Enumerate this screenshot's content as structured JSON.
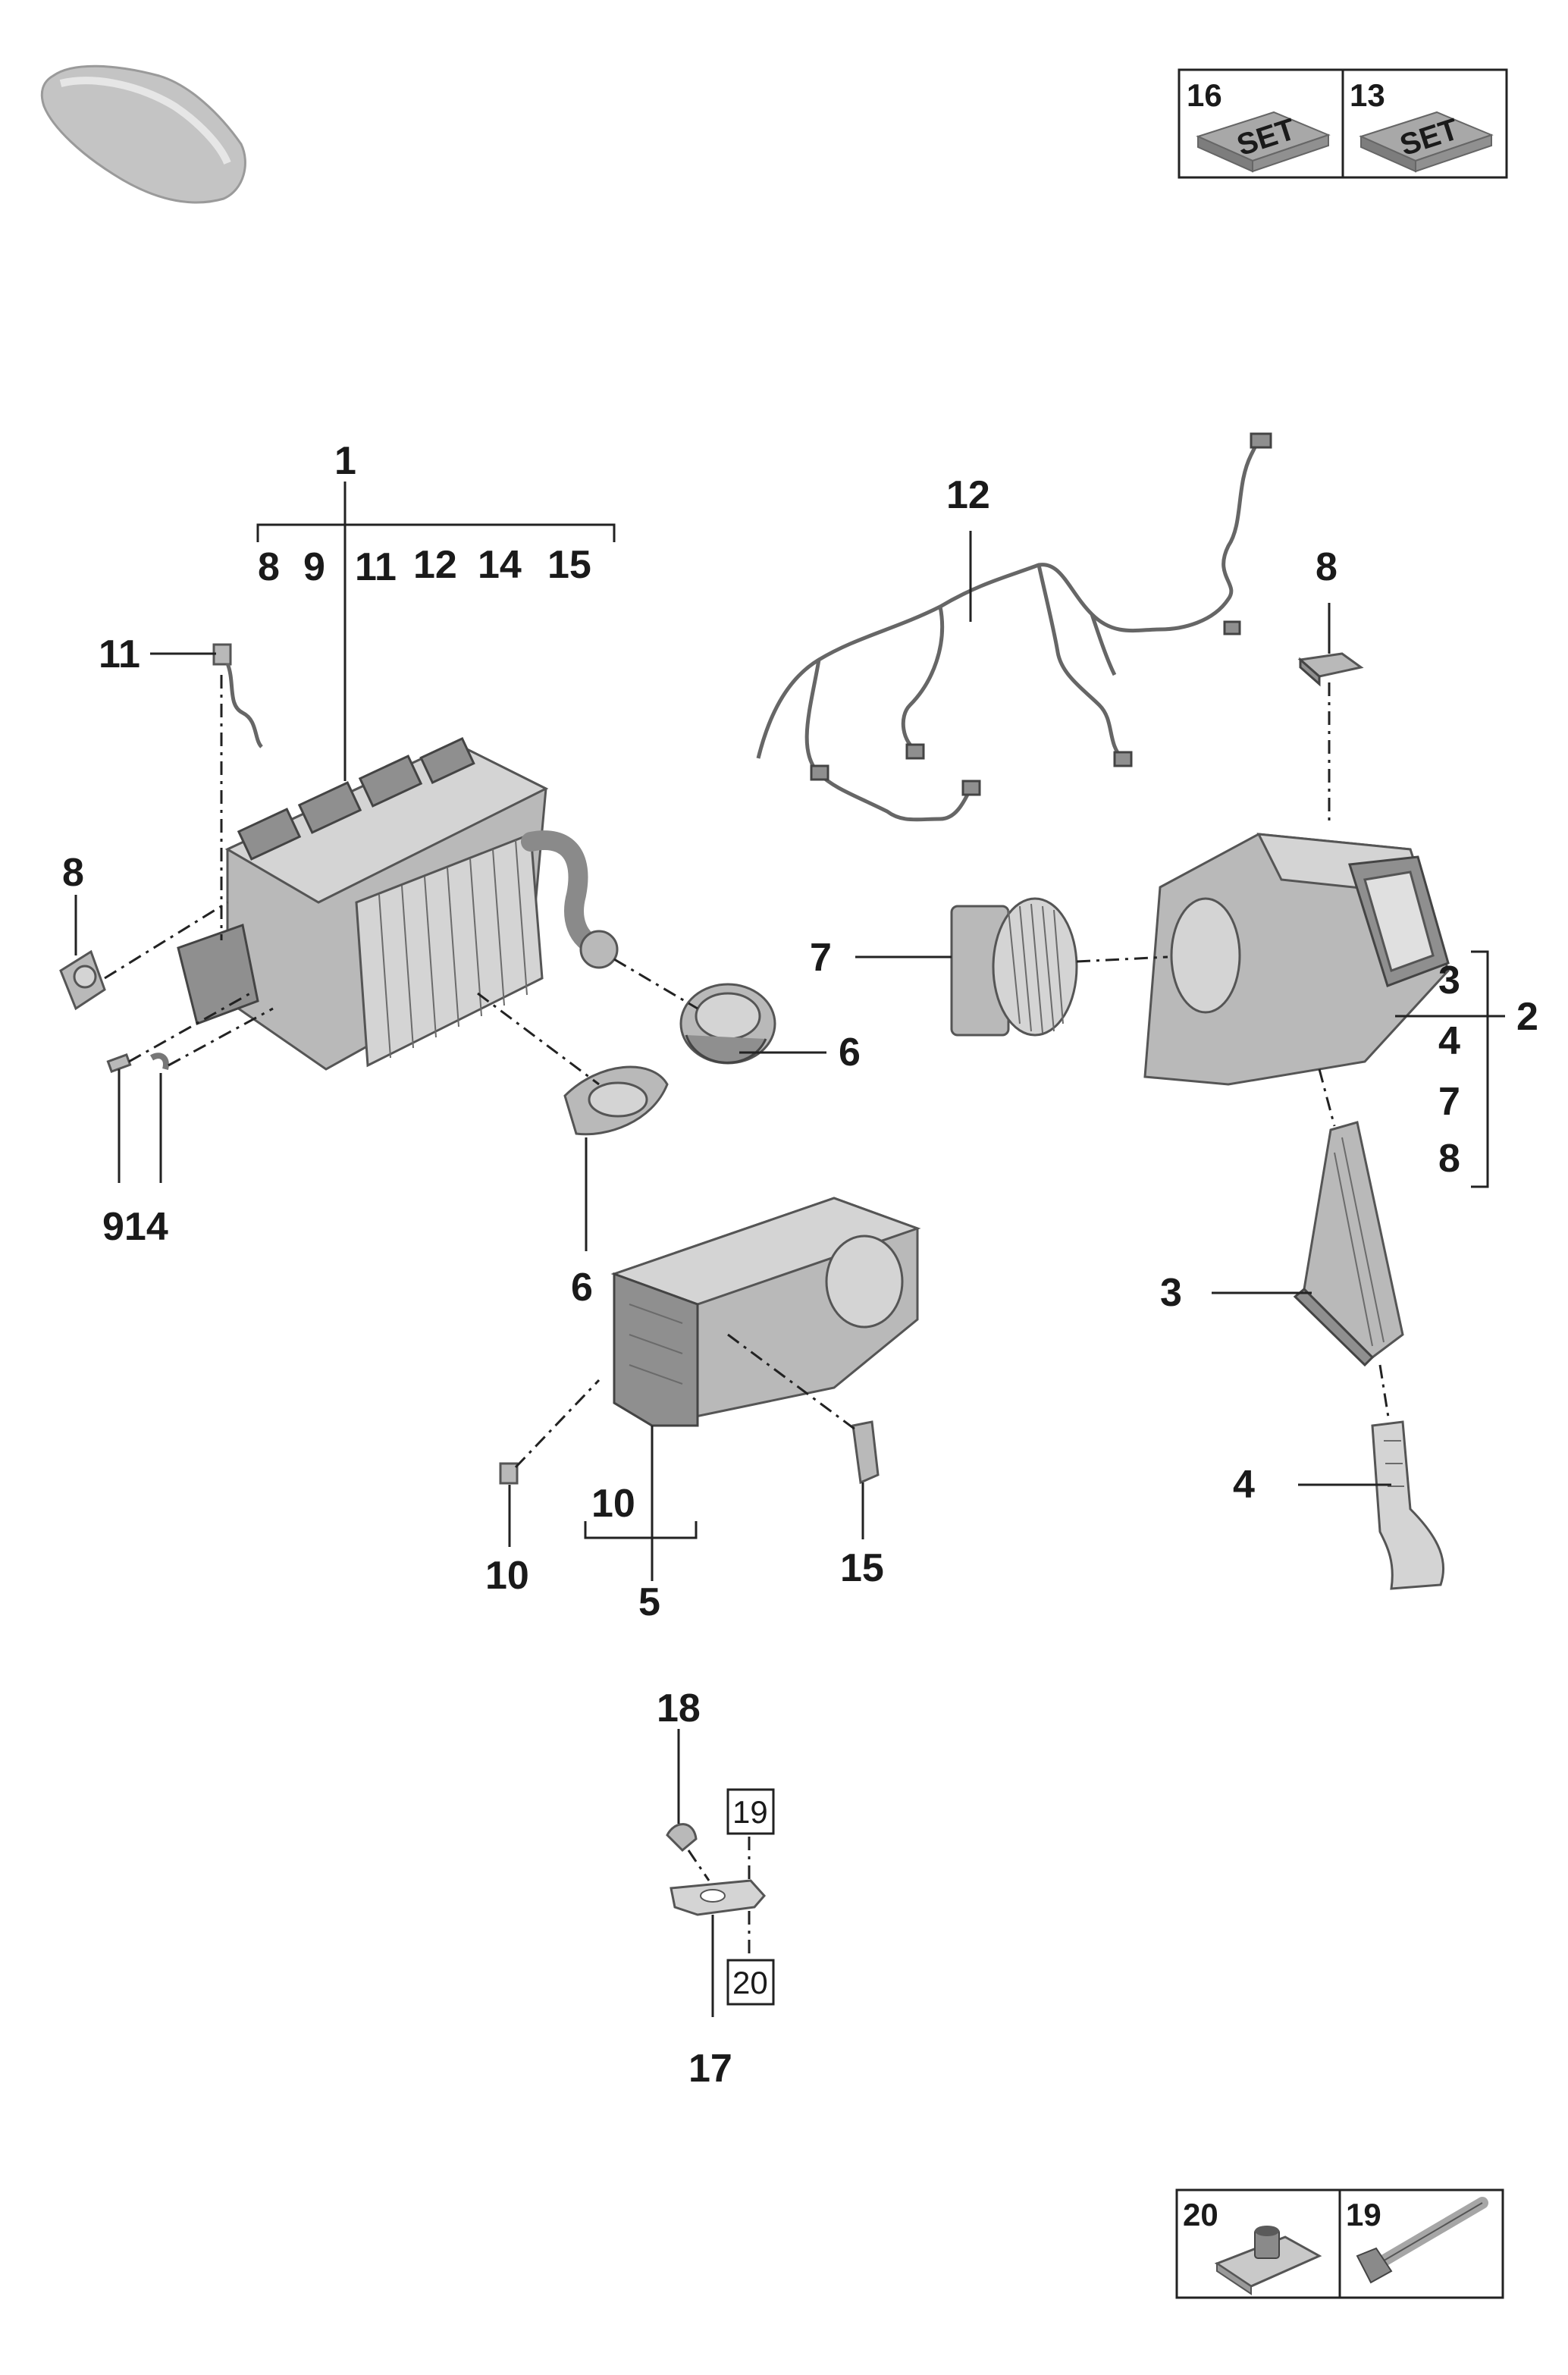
{
  "labels": {
    "p1": "1",
    "p1_group": [
      "8",
      "9",
      "11",
      "12",
      "14",
      "15"
    ],
    "p11": "11",
    "p8_left": "8",
    "p9_14": "914",
    "p6_right": "6",
    "p6_lower": "6",
    "p12": "12",
    "p8_right": "8",
    "p7": "7",
    "p2": "2",
    "p2_group": [
      "3",
      "4",
      "7",
      "8"
    ],
    "p3": "3",
    "p4": "4",
    "p5": "5",
    "p5_group": "10",
    "p10": "10",
    "p15": "15",
    "p18": "18",
    "p19_box": "19",
    "p20_box": "20",
    "p17": "17"
  },
  "legend_top": [
    {
      "number": "16",
      "text": "SET"
    },
    {
      "number": "13",
      "text": "SET"
    }
  ],
  "legend_bottom": [
    {
      "number": "20"
    },
    {
      "number": "19"
    }
  ],
  "icons": [
    "vehicle-silhouette-icon",
    "set-box-icon",
    "clip-nut-icon",
    "bolt-icon"
  ]
}
